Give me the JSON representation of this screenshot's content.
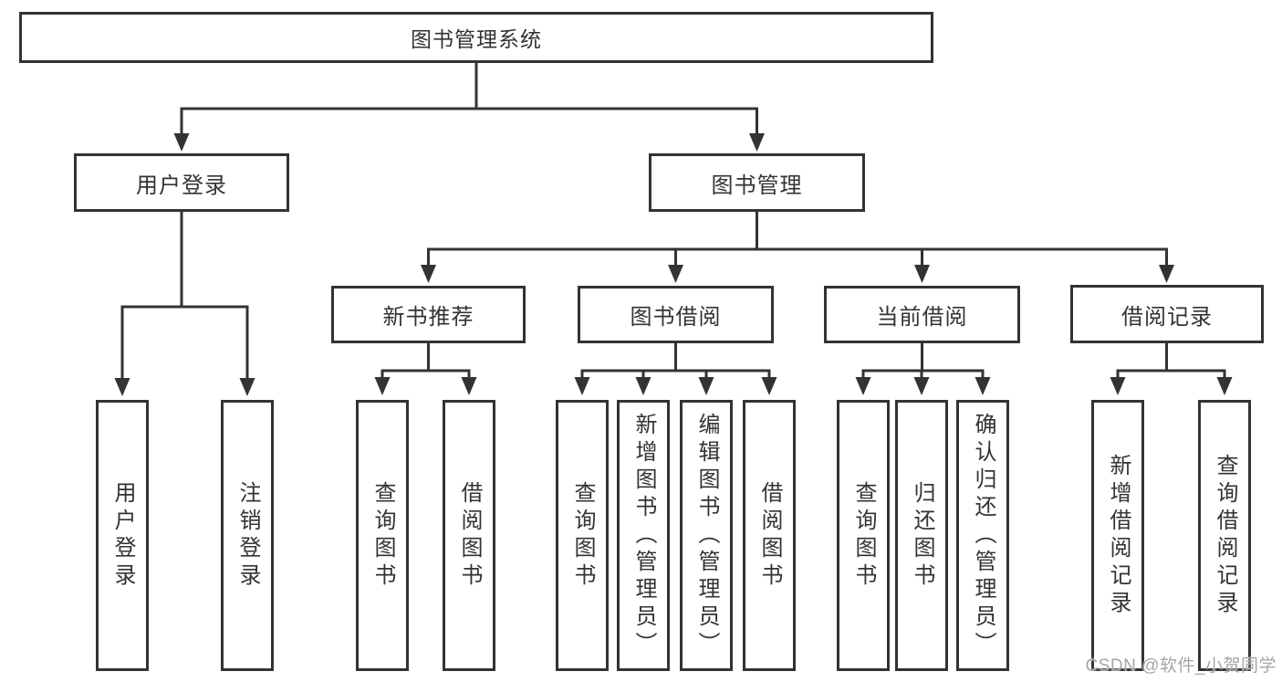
{
  "diagram": {
    "type": "hierarchy-tree",
    "language": "zh-CN",
    "colors": {
      "background": "#ffffff",
      "line": "#333333",
      "box_border": "#333333",
      "box_fill": "#ffffff",
      "text": "#333333",
      "watermark": "#a6a6a6"
    },
    "hierarchy": {
      "图书管理系统": {
        "用户登录": [
          "用户登录",
          "注销登录"
        ],
        "图书管理": {
          "新书推荐": [
            "查询图书",
            "借阅图书"
          ],
          "图书借阅": [
            "查询图书",
            "新增图书（管理员）",
            "编辑图书（管理员）",
            "借阅图书"
          ],
          "当前借阅": [
            "查询图书",
            "归还图书",
            "确认归还（管理员）"
          ],
          "借阅记录": [
            "新增借阅记录",
            "查询借阅记录"
          ]
        }
      }
    }
  },
  "nodes": {
    "root": {
      "label": "图书管理系统"
    },
    "user_login": {
      "label": "用户登录"
    },
    "book_management": {
      "label": "图书管理"
    },
    "new_book_recommend": {
      "label": "新书推荐"
    },
    "book_borrowing": {
      "label": "图书借阅"
    },
    "current_borrowing": {
      "label": "当前借阅"
    },
    "borrowing_records": {
      "label": "借阅记录"
    },
    "leaf_user_login": {
      "label": "用户登录"
    },
    "leaf_logout_login": {
      "label": "注销登录"
    },
    "leaf_query_book_recommend": {
      "label": "查询图书"
    },
    "leaf_borrow_book_recommend": {
      "label": "借阅图书"
    },
    "leaf_query_book_borrowing": {
      "label": "查询图书"
    },
    "leaf_add_book_admin": {
      "label": "新增图书（管理员）"
    },
    "leaf_edit_book_admin": {
      "label": "编辑图书（管理员）"
    },
    "leaf_borrow_book_borrowing": {
      "label": "借阅图书"
    },
    "leaf_query_book_current": {
      "label": "查询图书"
    },
    "leaf_return_book": {
      "label": "归还图书"
    },
    "leaf_confirm_return_admin": {
      "label": "确认归还（管理员）"
    },
    "leaf_add_borrow_record": {
      "label": "新增借阅记录"
    },
    "leaf_query_borrow_record": {
      "label": "查询借阅记录"
    }
  },
  "watermark": {
    "text": "CSDN @软件_小贺同学"
  }
}
